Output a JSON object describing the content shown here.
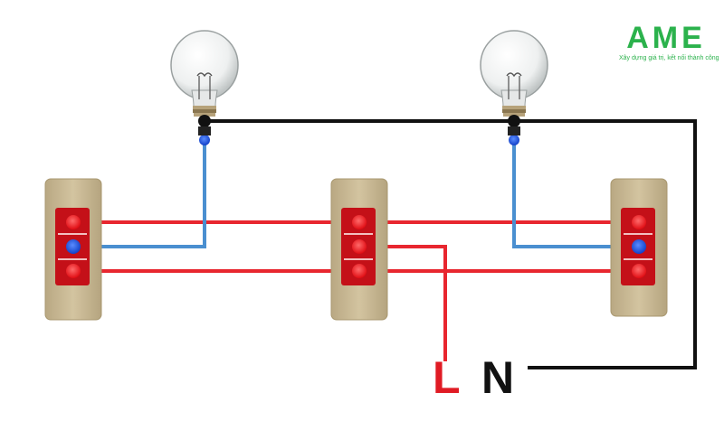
{
  "logo": {
    "text": "AME",
    "tagline": "Xây dựng giá trị, kết nối thành công",
    "color": "#2bb24c"
  },
  "terminals": {
    "live_label": "L",
    "neutral_label": "N",
    "live_color": "#e01b24",
    "neutral_color": "#111111"
  },
  "wire_colors": {
    "live": "#e8262f",
    "neutral": "#111111",
    "switch_leg": "#4a8fd0"
  },
  "switch_colors": {
    "plate": "#c9b893",
    "terminal_block": "#d4151c",
    "terminal_screw": "#ff2a2a",
    "common_screw": "#1e5ce0"
  }
}
